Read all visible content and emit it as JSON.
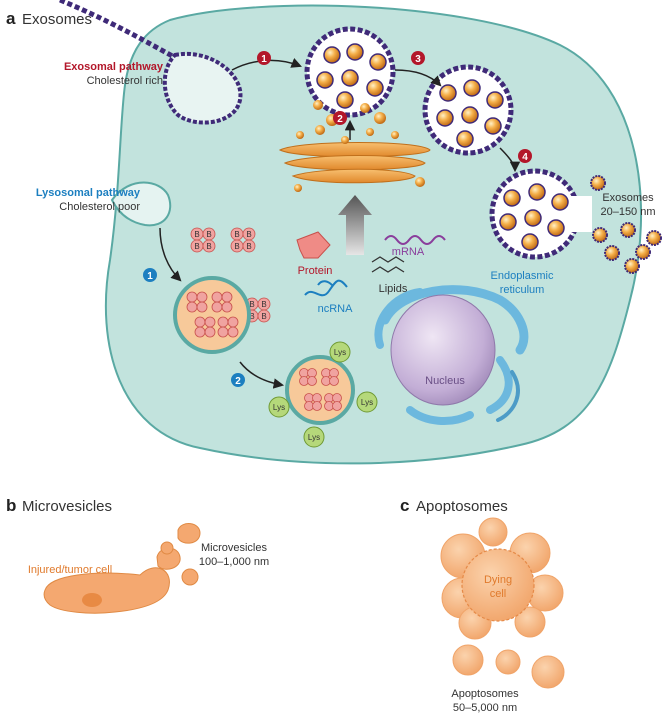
{
  "panels": {
    "a": {
      "letter": "a",
      "title": "Exosomes"
    },
    "b": {
      "letter": "b",
      "title": "Microvesicles"
    },
    "c": {
      "letter": "c",
      "title": "Apoptosomes"
    }
  },
  "labels": {
    "exosomal_pathway": "Exosomal pathway",
    "cholesterol_rich": "Cholesterol rich",
    "lysosomal_pathway": "Lysosomal pathway",
    "cholesterol_poor": "Cholesterol poor",
    "exosomes": "Exosomes",
    "exosomes_size": "20–150 nm",
    "protein": "Protein",
    "mrna": "mRNA",
    "lipids": "Lipids",
    "ncrna": "ncRNA",
    "er_line1": "Endoplasmic",
    "er_line2": "reticulum",
    "nucleus": "Nucleus",
    "lys": "Lys",
    "b_mark": "B",
    "injured_cell": "Injured/tumor cell",
    "microvesicles": "Microvesicles",
    "microvesicles_size": "100–1,000 nm",
    "dying_line1": "Dying",
    "dying_line2": "cell",
    "apoptosomes": "Apoptosomes",
    "apoptosomes_size": "50–5,000 nm"
  },
  "steps": {
    "exosomal": [
      "1",
      "2",
      "3",
      "4"
    ],
    "lysosomal": [
      "1",
      "2"
    ]
  },
  "colors": {
    "cell_fill": "#bfe2dc",
    "cell_stroke": "#5aa9a3",
    "exosomal_red": "#b3172a",
    "lysosomal_blue": "#1c7fc0",
    "orange": "#f0a060",
    "lys_green": "#b5d87a",
    "b_pink": "#f0a3a0",
    "er_blue": "#6cb8de",
    "nucleus": "#c7b3d6"
  }
}
